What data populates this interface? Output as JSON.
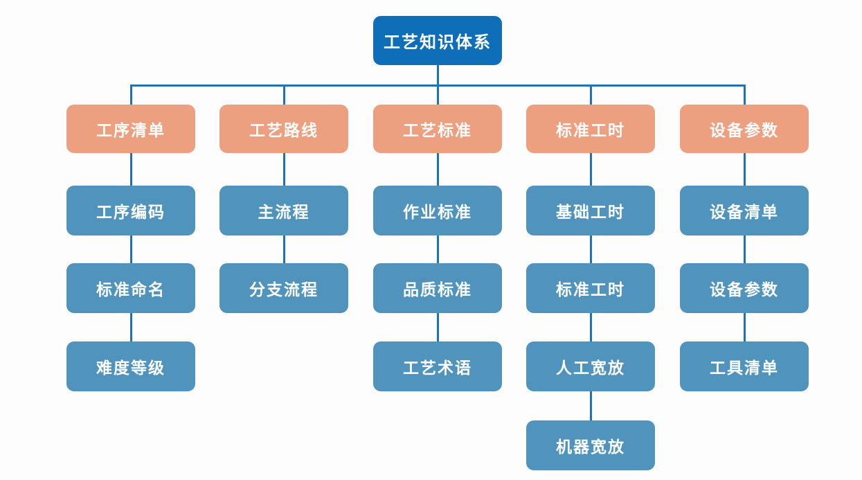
{
  "diagram": {
    "root": {
      "label": "工艺知识体系"
    },
    "branches": [
      {
        "label": "工序清单",
        "children": [
          "工序编码",
          "标准命名",
          "难度等级"
        ]
      },
      {
        "label": "工艺路线",
        "children": [
          "主流程",
          "分支流程"
        ]
      },
      {
        "label": "工艺标准",
        "children": [
          "作业标准",
          "品质标准",
          "工艺术语"
        ]
      },
      {
        "label": "标准工时",
        "children": [
          "基础工时",
          "标准工时",
          "人工宽放",
          "机器宽放"
        ]
      },
      {
        "label": "设备参数",
        "children": [
          "设备清单",
          "设备参数",
          "工具清单"
        ]
      }
    ],
    "colors": {
      "root_node": "#0f6eb8",
      "branch_node": "#eda07f",
      "child_node": "#5094be",
      "connector": "#1d73b8",
      "text": "#ffffff",
      "background": "#fdfdfd"
    }
  }
}
